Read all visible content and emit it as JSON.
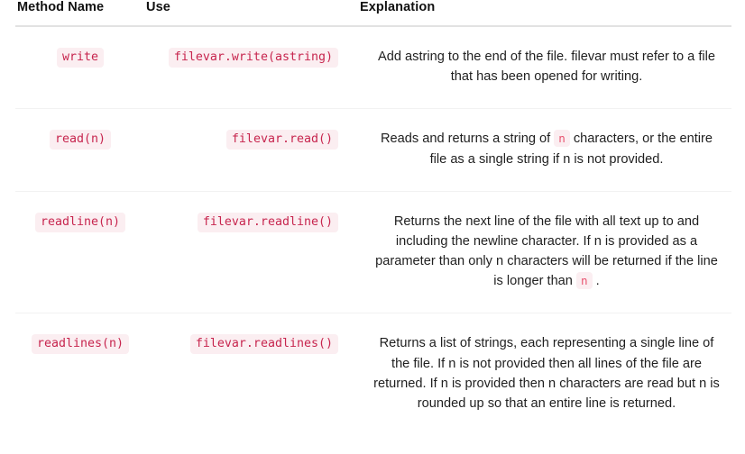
{
  "table": {
    "columns": [
      {
        "key": "method",
        "label": "Method Name",
        "align": "center"
      },
      {
        "key": "use",
        "label": "Use",
        "align": "right"
      },
      {
        "key": "explanation",
        "label": "Explanation",
        "align": "center"
      }
    ],
    "rows": [
      {
        "method": "write",
        "use": "filevar.write(astring)",
        "explanation_plain": "Add astring to the end of the file. filevar must refer to a file that has been opened for writing.",
        "explanation_parts": [
          {
            "type": "text",
            "value": "Add astring to the end of the file. filevar must refer to a file that has been opened for writing."
          }
        ]
      },
      {
        "method": "read(n)",
        "use": "filevar.read()",
        "explanation_plain": "Reads and returns a string of n characters, or the entire file as a single string if n is not provided.",
        "explanation_parts": [
          {
            "type": "text",
            "value": "Reads and returns a string of "
          },
          {
            "type": "code",
            "value": "n"
          },
          {
            "type": "text",
            "value": " characters, or the entire file as a single string if n is not provided."
          }
        ]
      },
      {
        "method": "readline(n)",
        "use": "filevar.readline()",
        "explanation_plain": "Returns the next line of the file with all text up to and including the newline character. If n is provided as a parameter than only n characters will be returned if the line is longer than n .",
        "explanation_parts": [
          {
            "type": "text",
            "value": "Returns the next line of the file with all text up to and including the newline character. If n is provided as a parameter than only n characters will be returned if the line is longer than "
          },
          {
            "type": "code",
            "value": "n"
          },
          {
            "type": "text",
            "value": " ."
          }
        ]
      },
      {
        "method": "readlines(n)",
        "use": "filevar.readlines()",
        "explanation_plain": "Returns a list of strings, each representing a single line of the file. If n is not provided then all lines of the file are returned. If n is provided then n characters are read but n is rounded up so that an entire line is returned.",
        "explanation_parts": [
          {
            "type": "text",
            "value": "Returns a list of strings, each representing a single line of the file. If n is not provided then all lines of the file are returned. If n is provided then n characters are read but n is rounded up so that an entire line is returned."
          }
        ]
      }
    ]
  },
  "theme": {
    "page_background": "#ffffff",
    "header_text": "#111111",
    "body_text": "#1f1f1f",
    "header_rule": "#e2e2e2",
    "row_rule": "#f2f2f2",
    "code_text": "#c7254e",
    "code_background": "#fbeef1",
    "inline_code_text": "#e8536f"
  }
}
